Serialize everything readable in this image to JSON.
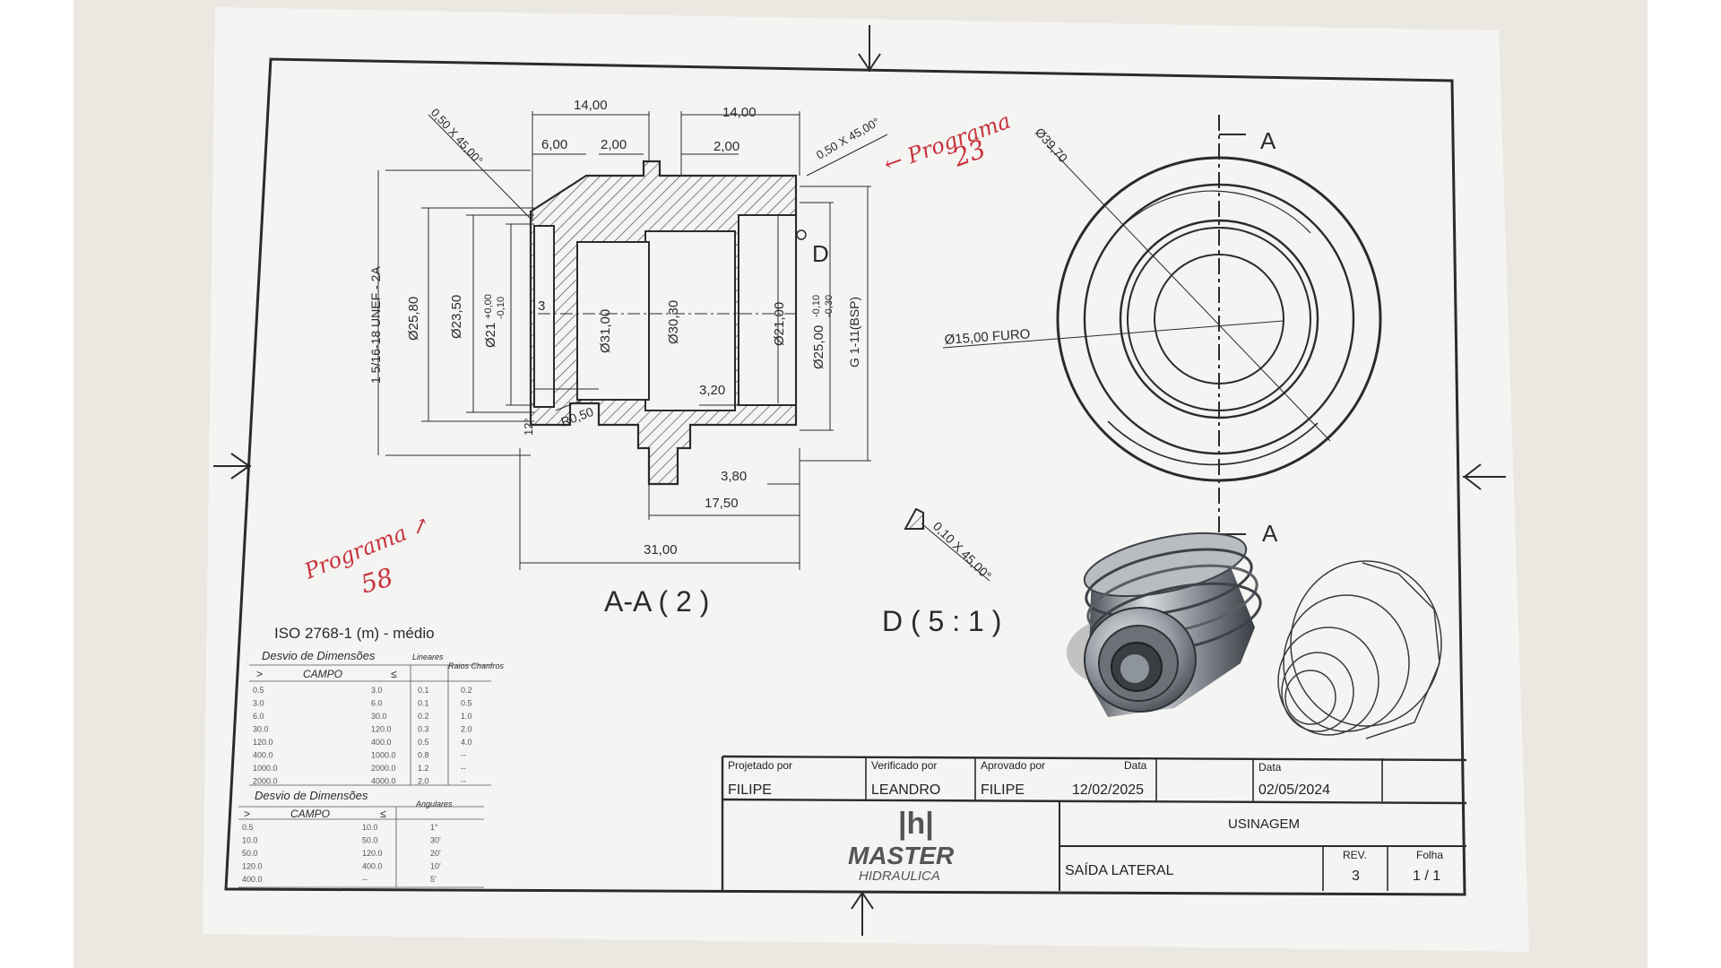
{
  "drawing": {
    "dims": {
      "d14a": "14,00",
      "d14b": "14,00",
      "d6": "6,00",
      "d2a": "2,00",
      "d2b": "2,00",
      "ch1": "0,50 X 45,00°",
      "ch2": "0,50 X 45,00°",
      "thread": "1 5/16-18 UNEF - 2A",
      "d25_80": "Ø25,80",
      "d23_50": "Ø23,50",
      "d21_tol": "Ø21",
      "d21_tol_sup": "+0,00",
      "d21_tol_inf": "-0,10",
      "three": "3",
      "d31": "Ø31,00",
      "d30_30": "Ø30,30",
      "d21": "Ø21,00",
      "d25_tol": "Ø25,00",
      "d25_tol_sup": "-0,10",
      "d25_tol_inf": "-0,30",
      "g1": "G 1-11(BSP)",
      "r050": "R0,50",
      "twelve": "12°",
      "d3_20": "3,20",
      "d3_80": "3,80",
      "d17_50": "17,50",
      "d31_len": "31,00",
      "detail_d": "D",
      "d39_70": "Ø39,70",
      "d15_furo": "Ø15,00 FURO",
      "section_a_top": "A",
      "section_a_bot": "A",
      "detail_ch": "0,10 X 45,00°"
    },
    "view_titles": {
      "section": "A-A ( 2 )",
      "detail": "D ( 5 : 1 )"
    },
    "handwritten": {
      "prog23_line1": "← Programa",
      "prog23_line2": "23",
      "prog58_line1": "Programa ↗",
      "prog58_line2": "58"
    }
  },
  "tolerance_table": {
    "title": "ISO 2768-1 (m) - médio",
    "linear_header": "Desvio de Dimensões",
    "linear_sub": "Lineares",
    "radius_sub": "Raios Chanfros",
    "campo": "CAMPO",
    "gt": ">",
    "le": "≤",
    "linear_rows": [
      [
        "0.5",
        "3.0",
        "0.1",
        "0.2"
      ],
      [
        "3.0",
        "6.0",
        "0.1",
        "0.5"
      ],
      [
        "6.0",
        "30.0",
        "0.2",
        "1.0"
      ],
      [
        "30.0",
        "120.0",
        "0.3",
        "2.0"
      ],
      [
        "120.0",
        "400.0",
        "0.5",
        "4.0"
      ],
      [
        "400.0",
        "1000.0",
        "0.8",
        "--"
      ],
      [
        "1000.0",
        "2000.0",
        "1.2",
        "--"
      ],
      [
        "2000.0",
        "4000.0",
        "2.0",
        "--"
      ]
    ],
    "angular_header": "Desvio de Dimensões",
    "angular_sub": "Angulares",
    "angular_rows": [
      [
        "0.5",
        "10.0",
        "1°"
      ],
      [
        "10.0",
        "50.0",
        "30'"
      ],
      [
        "50.0",
        "120.0",
        "20'"
      ],
      [
        "120.0",
        "400.0",
        "10'"
      ],
      [
        "400.0",
        "--",
        "5'"
      ]
    ]
  },
  "title_block": {
    "projetado_label": "Projetado por",
    "projetado": "FILIPE",
    "verificado_label": "Verificado por",
    "verificado": "LEANDRO",
    "aprovado_label": "Aprovado por",
    "aprovado": "FILIPE",
    "data_label1": "Data",
    "data1": "12/02/2025",
    "data_label2": "Data",
    "data2": "02/05/2024",
    "process": "USINAGEM",
    "part": "SAÍDA LATERAL",
    "rev_label": "REV.",
    "rev": "3",
    "folha_label": "Folha",
    "folha": "1 / 1",
    "logo_main": "MASTER",
    "logo_sub": "HIDRAULICA",
    "logo_mark": "|h|"
  },
  "colors": {
    "ink": "#2b2b2b",
    "handwriting": "#c8323c",
    "paper": "#f4f4f2",
    "background": "#eae8e1",
    "steel": "#8a8f96"
  }
}
